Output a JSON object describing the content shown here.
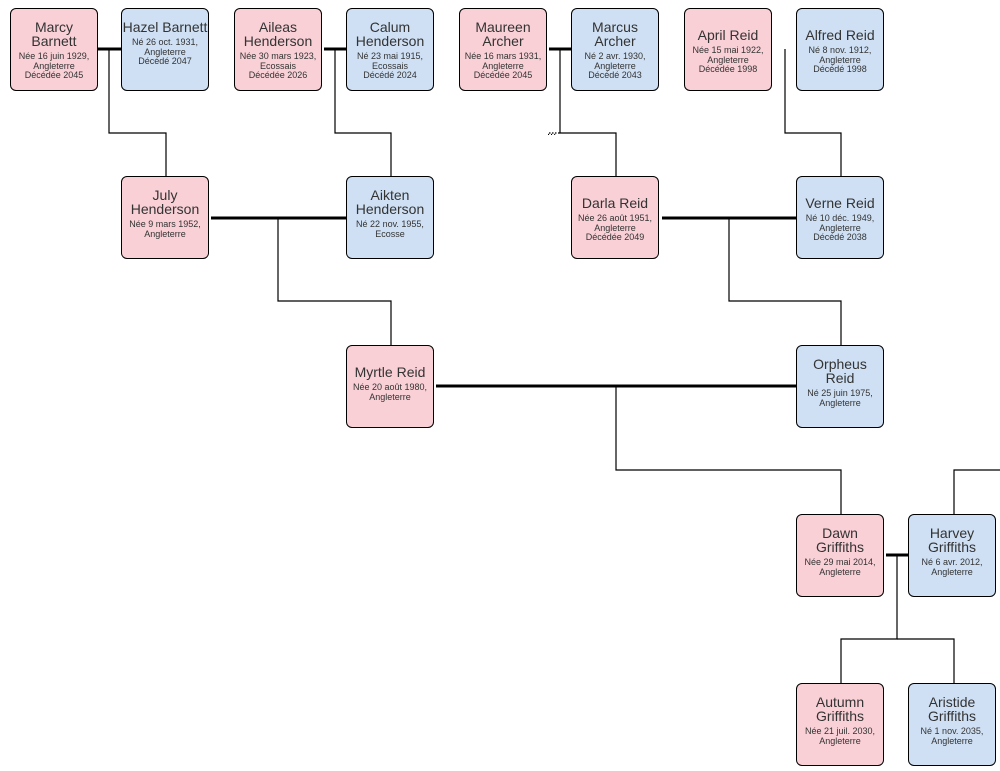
{
  "people": {
    "marcy_barnett": {
      "name": "Marcy Barnett",
      "born": "Née 16 juin 1929,",
      "place": "Angleterre",
      "died": "Décédée 2045",
      "color": "#f8d0d6"
    },
    "hazel_barnett": {
      "name": "Hazel Barnett",
      "born": "Né 26 oct. 1931,",
      "place": "Angleterre",
      "died": "Décédé 2047",
      "color": "#cfe0f4"
    },
    "aileas_henderson": {
      "name": "Aileas Henderson",
      "born": "Née 30 mars 1923,",
      "place": "Ecossais",
      "died": "Décédée 2026",
      "color": "#f8d0d6"
    },
    "calum_henderson": {
      "name": "Calum Henderson",
      "born": "Né 23 mai 1915,",
      "place": "Ecossais",
      "died": "Décédé 2024",
      "color": "#cfe0f4"
    },
    "maureen_archer": {
      "name": "Maureen Archer",
      "born": "Née 16 mars 1931,",
      "place": "Angleterre",
      "died": "Décédée 2045",
      "color": "#f8d0d6"
    },
    "marcus_archer": {
      "name": "Marcus Archer",
      "born": "Né 2 avr. 1930,",
      "place": "Angleterre",
      "died": "Décédé 2043",
      "color": "#cfe0f4"
    },
    "april_reid": {
      "name": "April Reid",
      "born": "Née 15 mai 1922,",
      "place": "Angleterre",
      "died": "Décédée 1998",
      "color": "#f8d0d6"
    },
    "alfred_reid": {
      "name": "Alfred Reid",
      "born": "Né 8 nov. 1912,",
      "place": "Angleterre",
      "died": "Décédé 1998",
      "color": "#cfe0f4"
    },
    "july_henderson": {
      "name": "July Henderson",
      "born": "Née 9 mars 1952,",
      "place": "Angleterre",
      "color": "#f8d0d6"
    },
    "aikten_henderson": {
      "name": "Aikten Henderson",
      "born": "Né 22 nov. 1955,",
      "place": "Ecosse",
      "color": "#cfe0f4"
    },
    "darla_reid": {
      "name": "Darla Reid",
      "born": "Née 26 août 1951,",
      "place": "Angleterre",
      "died": "Décédée 2049",
      "color": "#f8d0d6"
    },
    "verne_reid": {
      "name": "Verne Reid",
      "born": "Né 10 déc. 1949,",
      "place": "Angleterre",
      "died": "Décédé 2038",
      "color": "#cfe0f4"
    },
    "myrtle_reid": {
      "name": "Myrtle Reid",
      "born": "Née 20 août 1980,",
      "place": "Angleterre",
      "color": "#f8d0d6"
    },
    "orpheus_reid": {
      "name": "Orpheus Reid",
      "born": "Né 25 juin 1975,",
      "place": "Angleterre",
      "color": "#cfe0f4"
    },
    "dawn_griffiths": {
      "name": "Dawn Griffiths",
      "born": "Née 29 mai 2014,",
      "place": "Angleterre",
      "color": "#f8d0d6"
    },
    "harvey_griffiths": {
      "name": "Harvey Griffiths",
      "born": "Né 6 avr. 2012,",
      "place": "Angleterre",
      "color": "#cfe0f4"
    },
    "autumn_griffiths": {
      "name": "Autumn Griffiths",
      "born": "Née 21 juil. 2030,",
      "place": "Angleterre",
      "color": "#f8d0d6"
    },
    "aristide_griffiths": {
      "name": "Aristide Griffiths",
      "born": "Né 1 nov. 2035,",
      "place": "Angleterre",
      "color": "#cfe0f4"
    }
  },
  "ellipsis": "..."
}
